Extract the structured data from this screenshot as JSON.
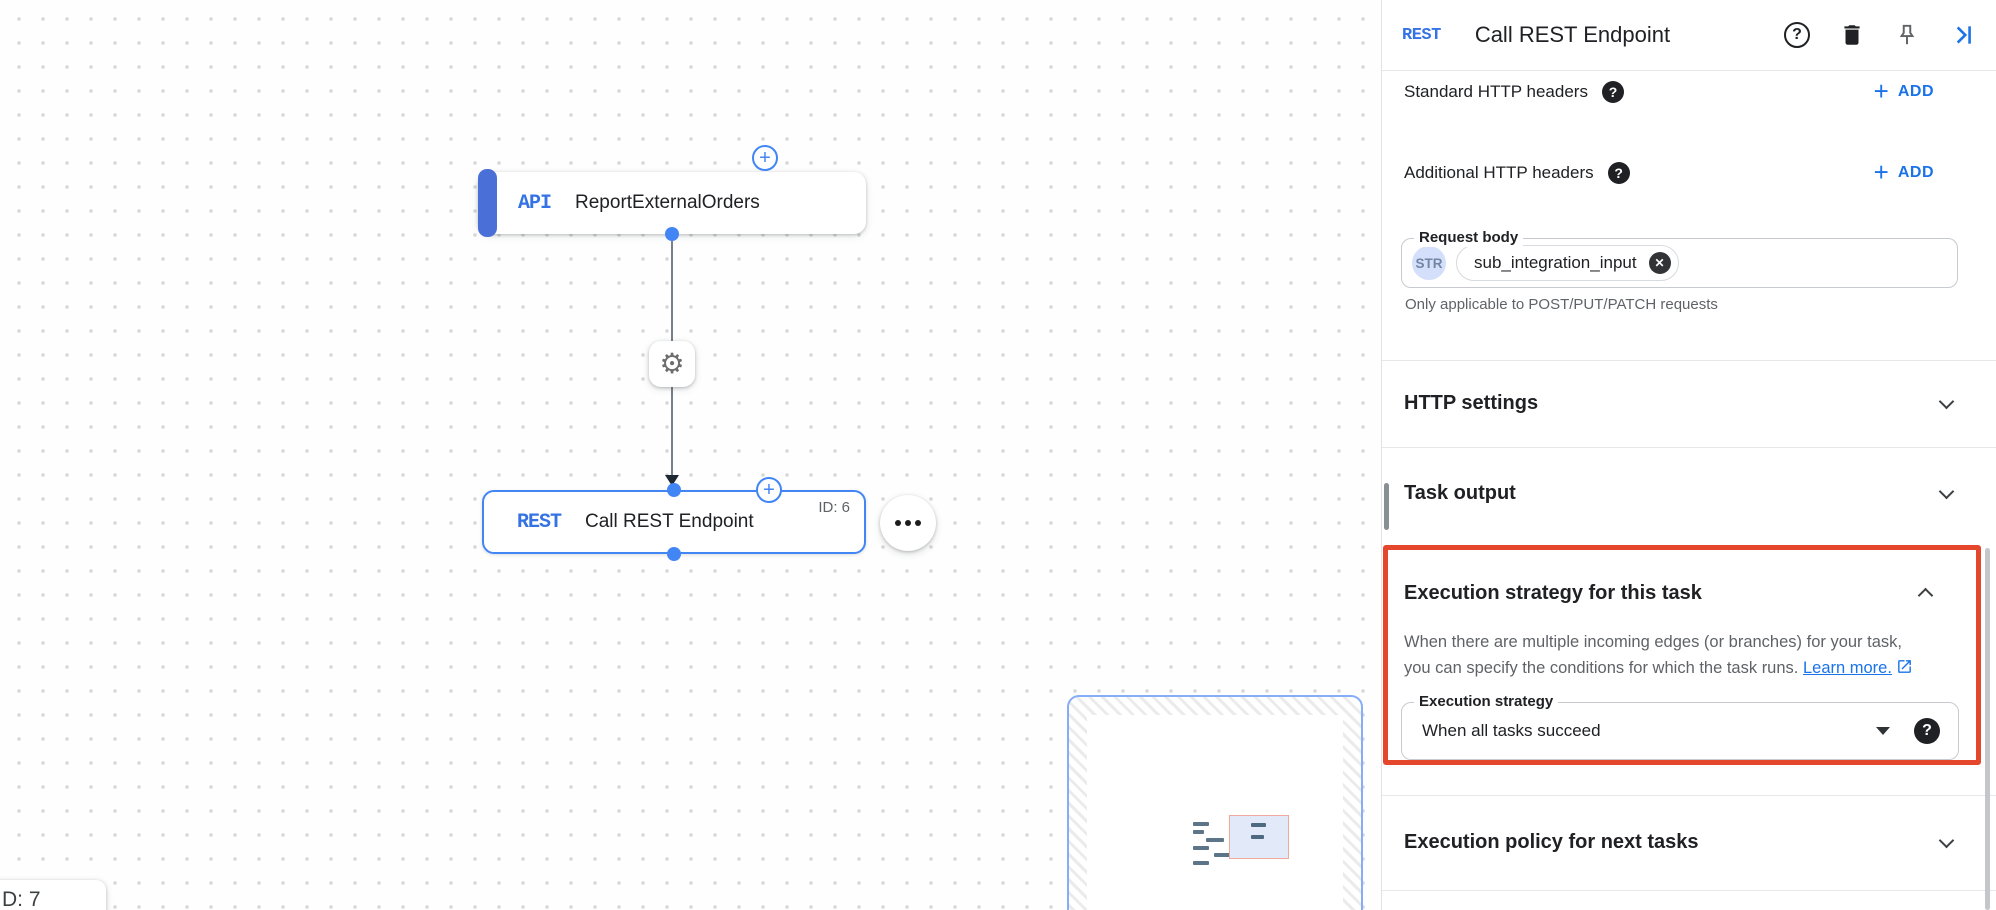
{
  "colors": {
    "accent_blue": "#1a73e8",
    "node_blue": "#4285f4",
    "highlight_red": "#e5472d"
  },
  "canvas": {
    "trigger_node": {
      "badge": "API",
      "label": "ReportExternalOrders"
    },
    "task_node": {
      "badge": "REST",
      "label": "Call REST Endpoint",
      "id_badge": "ID: 6"
    },
    "partial_node": {
      "id_badge": "D: 7"
    }
  },
  "panel": {
    "header": {
      "badge": "REST",
      "title": "Call REST Endpoint"
    },
    "standard_headers": {
      "label": "Standard HTTP headers",
      "add_label": "ADD",
      "plus": "+"
    },
    "additional_headers": {
      "label": "Additional HTTP headers",
      "add_label": "ADD",
      "plus": "+"
    },
    "request_body": {
      "label": "Request body",
      "type_badge": "STR",
      "value": "sub_integration_input",
      "remove_glyph": "✕",
      "helper": "Only applicable to POST/PUT/PATCH requests"
    },
    "http_settings": {
      "label": "HTTP settings"
    },
    "task_output": {
      "label": "Task output"
    },
    "execution_strategy": {
      "title": "Execution strategy for this task",
      "description_line1": "When there are multiple incoming edges (or branches) for your task,",
      "description_line2": "you can specify the conditions for which the task runs.",
      "learn_more_label": "Learn more.",
      "field_label": "Execution strategy",
      "field_value": "When all tasks succeed"
    },
    "execution_policy": {
      "label": "Execution policy for next tasks"
    },
    "help_glyph": "?",
    "gear_glyph": "⚙"
  }
}
